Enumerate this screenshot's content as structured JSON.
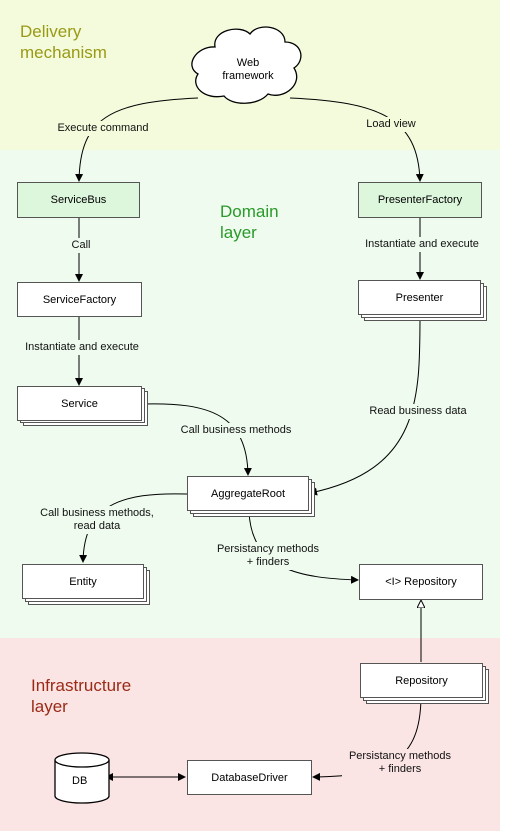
{
  "layers": {
    "delivery": "Delivery\nmechanism",
    "domain": "Domain\nlayer",
    "infrastructure": "Infrastructure\nlayer"
  },
  "nodes": {
    "web_framework": "Web\nframework",
    "service_bus": "ServiceBus",
    "service_factory": "ServiceFactory",
    "service": "Service",
    "presenter_factory": "PresenterFactory",
    "presenter": "Presenter",
    "aggregate_root": "AggregateRoot",
    "entity": "Entity",
    "repository_interface": "<I> Repository",
    "repository": "Repository",
    "database_driver": "DatabaseDriver",
    "db": "DB"
  },
  "edges": {
    "execute_command": "Execute command",
    "load_view": "Load view",
    "call": "Call",
    "instantiate_execute_left": "Instantiate and execute",
    "instantiate_execute_right": "Instantiate and execute",
    "call_business_methods": "Call business methods",
    "read_business_data": "Read business data",
    "call_business_read": "Call business methods,\nread data",
    "persistancy_domain": "Persistancy methods\n+ finders",
    "persistancy_infra": "Persistancy methods\n+ finders"
  },
  "colors": {
    "delivery_band": "#f4fbdc",
    "domain_band": "#eefbee",
    "infrastructure_band": "#fbe4e4",
    "highlight_node": "#ddf7dd"
  }
}
